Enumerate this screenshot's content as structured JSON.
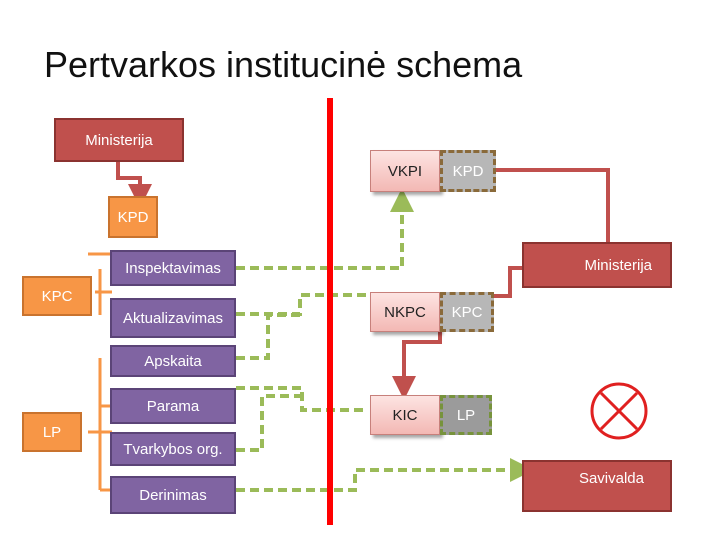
{
  "title": "Pertvarkos institucinė schema",
  "left": {
    "ministerija": "Ministerija",
    "kpd": "KPD",
    "kpc": "KPC",
    "lp": "LP",
    "items": [
      "Inspektavimas",
      "Aktualizavimas",
      "Apskaita",
      "Parama",
      "Tvarkybos org.",
      "Derinimas"
    ]
  },
  "right": {
    "vkpi": "VKPI",
    "kpd": "KPD",
    "ministerija": "Ministerija",
    "nkpc": "NKPC",
    "kpc": "KPC",
    "kic": "KIC",
    "lp": "LP",
    "savivalda": "Savivalda"
  },
  "colors": {
    "divider": "#ff0000",
    "green_link": "#9bbb59",
    "red_arrow": "#c0504d",
    "purple": "#8064a2",
    "orange": "#f79646"
  },
  "icons": [
    "prohibited-icon"
  ]
}
